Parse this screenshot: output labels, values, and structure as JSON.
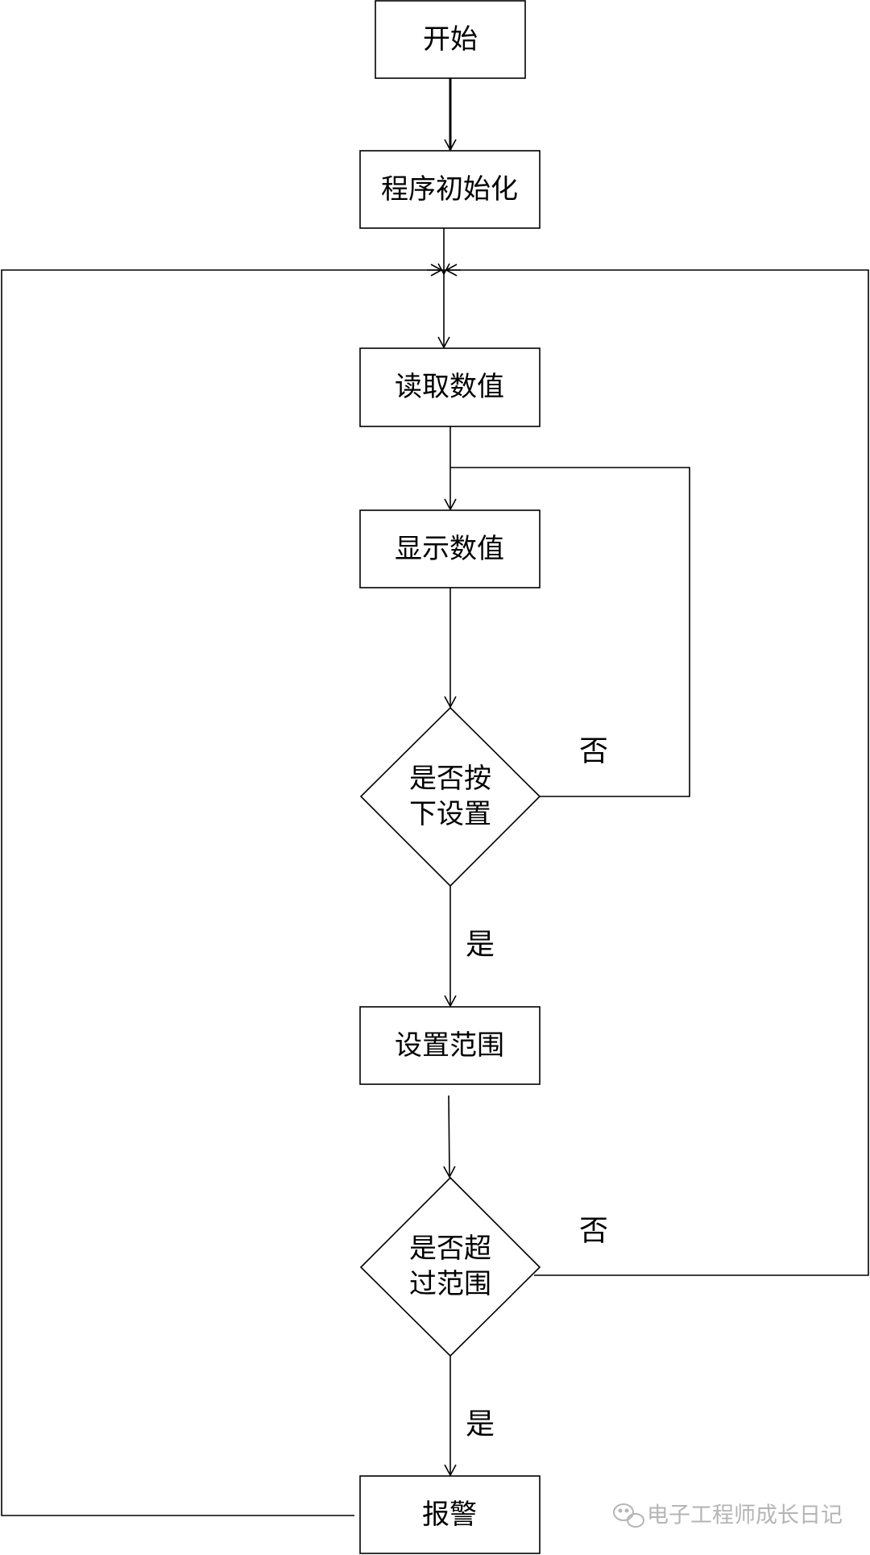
{
  "nodes": {
    "start": {
      "label": "开始"
    },
    "init": {
      "label": "程序初始化"
    },
    "read": {
      "label": "读取数值"
    },
    "display": {
      "label": "显示数值"
    },
    "decision_set": {
      "line1": "是否按",
      "line2": "下设置"
    },
    "set_range": {
      "label": "设置范围"
    },
    "decision_range": {
      "line1": "是否超",
      "line2": "过范围"
    },
    "alarm": {
      "label": "报警"
    }
  },
  "edge_labels": {
    "set_no": "否",
    "set_yes": "是",
    "range_no": "否",
    "range_yes": "是"
  },
  "watermark": {
    "text": "电子工程师成长日记",
    "icon": "wechat-icon"
  }
}
